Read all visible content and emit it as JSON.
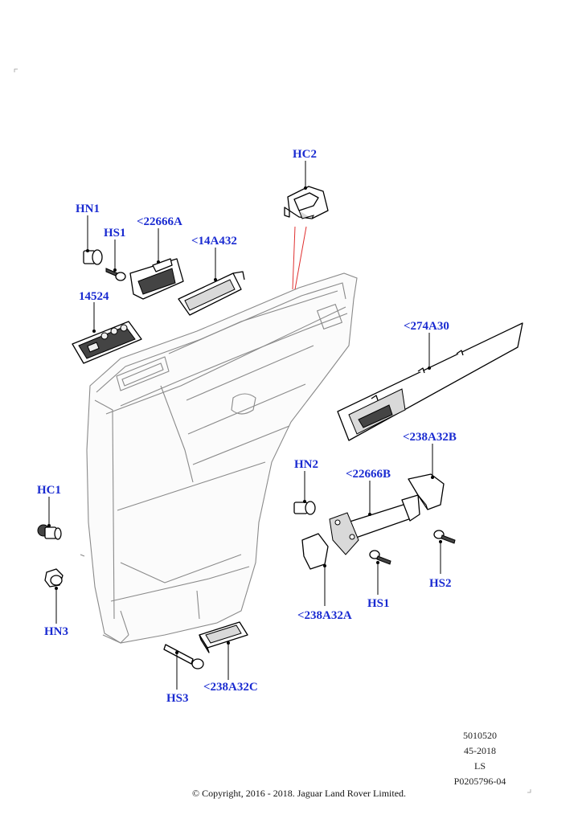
{
  "callouts": {
    "hc2": "HC2",
    "hn1": "HN1",
    "hs1_top": "HS1",
    "p22666a": "<22666A",
    "p14a432": "<14A432",
    "p14524": "14524",
    "p274a30": "<274A30",
    "p238a32b": "<238A32B",
    "hn2": "HN2",
    "p22666b": "<22666B",
    "hc1": "HC1",
    "hs2": "HS2",
    "hs1_bottom": "HS1",
    "p238a32a": "<238A32A",
    "hn3": "HN3",
    "hs3": "HS3",
    "p238a32c": "<238A32C"
  },
  "reference": {
    "line1": "5010520",
    "line2": "45-2018",
    "line3": "LS",
    "line4": "P0205796-04"
  },
  "copyright": "© Copyright, 2016 - 2018. Jaguar Land Rover Limited.",
  "colors": {
    "callout": "#1a2bd1",
    "leader": "#000000",
    "door_outline": "#8a8a8a",
    "reference_line": "#e03030"
  }
}
